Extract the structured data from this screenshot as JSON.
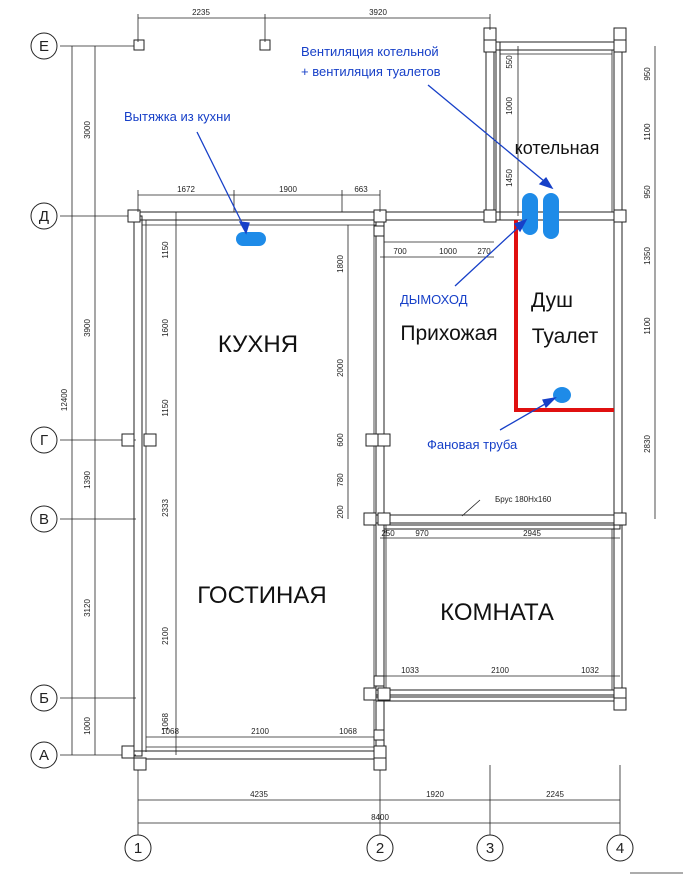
{
  "colors": {
    "annotation": "#1740c8",
    "pipe": "#1e8be8",
    "partition": "#e01010",
    "line": "#222222"
  },
  "axes": {
    "letters": [
      "Е",
      "Д",
      "Г",
      "В",
      "Б",
      "А"
    ],
    "numbers": [
      "1",
      "2",
      "3",
      "4"
    ]
  },
  "rooms": {
    "kitchen": "КУХНЯ",
    "living": "ГОСТИНАЯ",
    "room": "КОМНАТА",
    "hallway": "Прихожая",
    "shower": "Душ",
    "toilet": "Туалет",
    "boiler": "котельная"
  },
  "annotations": {
    "kitchen_hood": "Вытяжка из кухни",
    "vent_line1": "Вентиляция котельной",
    "vent_line2": "+ вентиляция туалетов",
    "chimney": "ДЫМОХОД",
    "drain": "Фановая труба",
    "beam": "Брус 180Нх160"
  },
  "dims": {
    "top_left": "2235",
    "top_right": "3920",
    "d_1672": "1672",
    "d_1900": "1900",
    "d_663": "663",
    "d_700": "700",
    "d_1000": "1000",
    "d_270": "270",
    "d_250": "250",
    "d_970": "970",
    "d_2945": "2945",
    "d_1033": "1033",
    "d_2100_mid": "2100",
    "d_1032": "1032",
    "d_1068_a": "1068",
    "d_2100_bot": "2100",
    "d_1068_b": "1068",
    "bot_4235": "4235",
    "bot_1920": "1920",
    "bot_2245": "2245",
    "bot_8400": "8400",
    "left_3000": "3000",
    "left_3900": "3900",
    "left_12400": "12400",
    "left_1390": "1390",
    "left_3120": "3120",
    "left_1000": "1000",
    "in_1150a": "1150",
    "in_1600": "1600",
    "in_1150b": "1150",
    "in_2333": "2333",
    "in_2100": "2100",
    "in_1068": "1068",
    "h_1800": "1800",
    "h_2000": "2000",
    "h_600": "600",
    "h_780": "780",
    "h_200": "200",
    "b_550": "550",
    "b_1000": "1000",
    "b_1450": "1450",
    "r_950a": "950",
    "r_1100a": "1100",
    "r_950b": "950",
    "r_1350": "1350",
    "r_1100b": "1100",
    "r_2830": "2830"
  }
}
